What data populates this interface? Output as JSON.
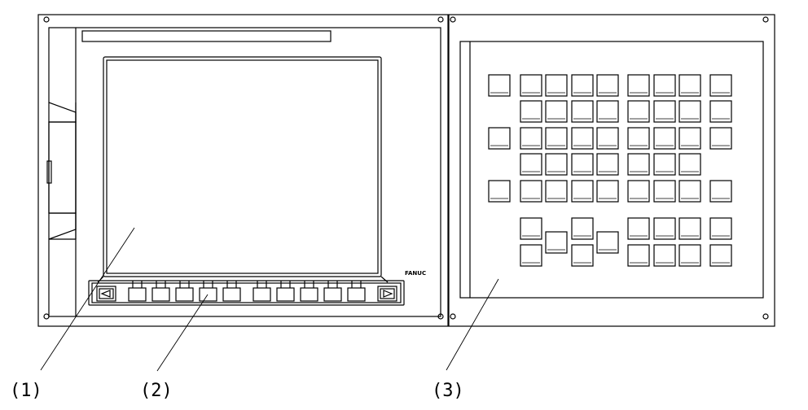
{
  "callouts": {
    "display": "(1)",
    "soft_keys": "(2)",
    "mdi_panel": "(3)"
  },
  "brand_mark": "FANUC"
}
